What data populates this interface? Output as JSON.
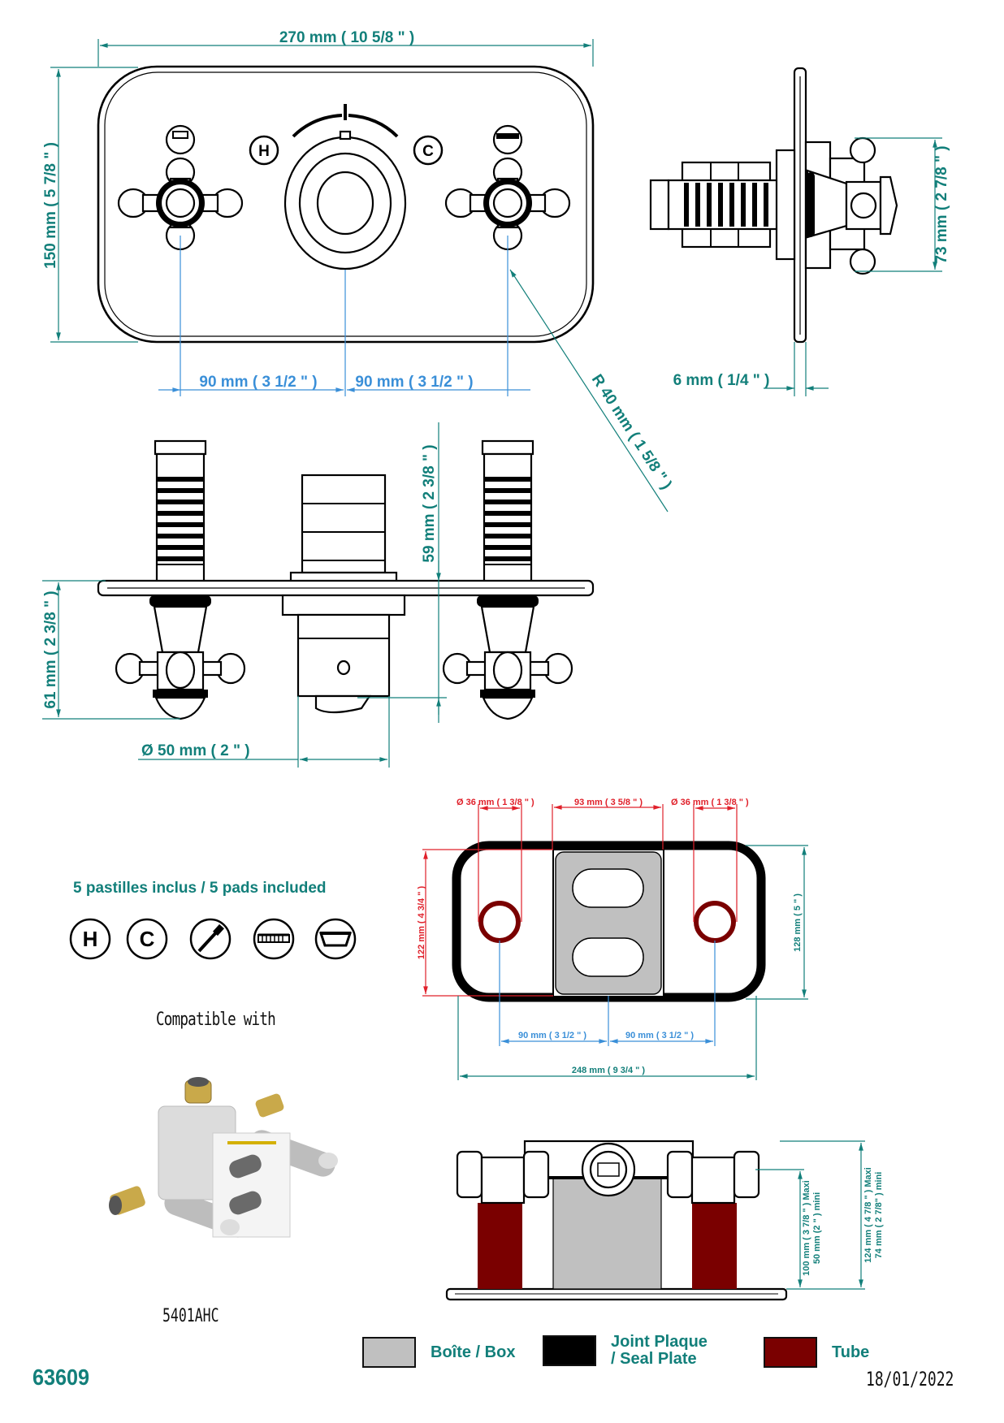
{
  "document": {
    "reference": "63609",
    "date": "18/01/2022"
  },
  "colors": {
    "teal": "#127f7a",
    "blue": "#3a8fd8",
    "red": "#e0202a",
    "box": "#c0c0c0",
    "seal_plate": "#000000",
    "tube": "#7a0000"
  },
  "front_view": {
    "width_label": "270 mm ( 10 5/8 \" )",
    "height_label": "150 mm ( 5 7/8 \" )",
    "spacing_left_label": "90 mm ( 3 1/2 \" )",
    "spacing_right_label": "90 mm ( 3 1/2 \" )",
    "radius_label": "R 40 mm ( 1 5/8 \" )",
    "hot_badge": "H",
    "cold_badge": "C"
  },
  "side_view": {
    "handle_label": "73 mm ( 2 7/8 \" )",
    "plate_thickness_label": "6 mm ( 1/4 \" )"
  },
  "top_view": {
    "projection_label": "59 mm ( 2 3/8 \" )",
    "depth_label": "61 mm ( 2 3/8 \" )",
    "diameter_label": "Ø 50 mm ( 2 \" )"
  },
  "pads": {
    "title": "5 pastilles inclus / 5 pads included",
    "items": [
      {
        "name": "hot",
        "glyph": "H"
      },
      {
        "name": "cold",
        "glyph": "C"
      },
      {
        "name": "hand-shower",
        "glyph": ""
      },
      {
        "name": "overhead-shower",
        "glyph": ""
      },
      {
        "name": "bath-spout",
        "glyph": ""
      }
    ]
  },
  "compatible": {
    "title": "Compatible with",
    "model": "5401AHC"
  },
  "box_plan": {
    "hole_left_label": "Ø 36 mm ( 1 3/8 \" )",
    "center_width_label": "93 mm ( 3 5/8 \" )",
    "hole_right_label": "Ø 36 mm ( 1 3/8 \" )",
    "inner_height_label": "122 mm ( 4 3/4 \" )",
    "outer_height_label": "128 mm ( 5 \" )",
    "spacing_left_label": "90 mm ( 3 1/2 \" )",
    "spacing_right_label": "90 mm ( 3 1/2 \" )",
    "width_label": "248 mm ( 9 3/4 \" )"
  },
  "box_section": {
    "depth1_max": "100 mm ( 3 7/8 \" )  Maxi",
    "depth1_min": "50 mm (2 \" )  mini",
    "depth2_max": "124 mm ( 4 7/8 \" )  Maxi",
    "depth2_min": "74 mm ( 2 7/8\" ) mini"
  },
  "legend": [
    {
      "label": "Boîte / Box",
      "color": "#c0c0c0"
    },
    {
      "label": "Joint Plaque\n/ Seal Plate",
      "color": "#000000"
    },
    {
      "label": "Tube",
      "color": "#7a0000"
    }
  ]
}
